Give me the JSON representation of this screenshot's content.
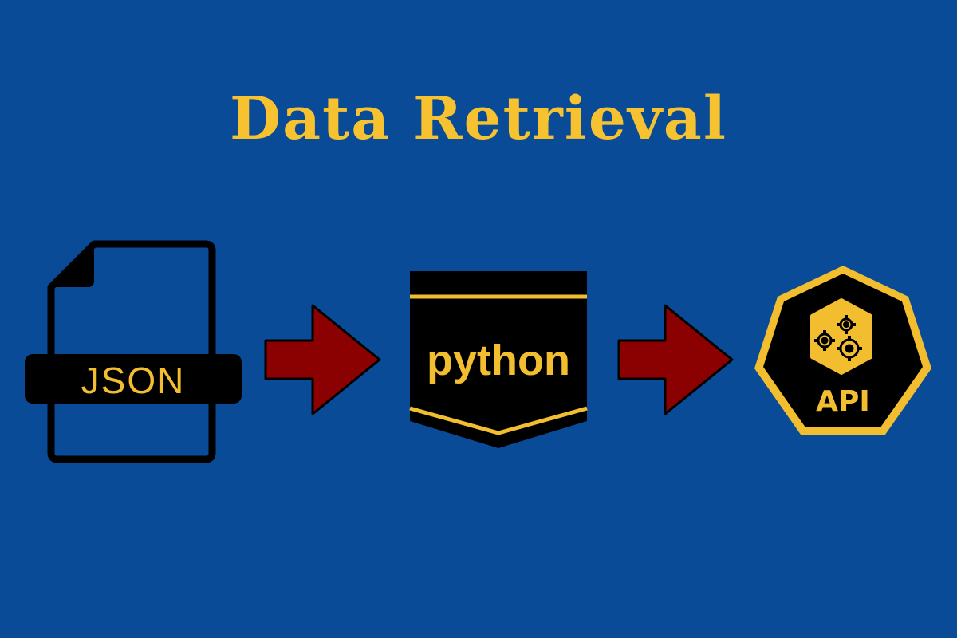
{
  "title": "Data Retrieval",
  "nodes": {
    "json": {
      "label": "JSON",
      "icon": "json-file-icon"
    },
    "python": {
      "label": "python",
      "icon": "python-badge-icon"
    },
    "api": {
      "label": "API",
      "icon": "api-gears-icon"
    }
  },
  "colors": {
    "background": "#0a4b97",
    "accent": "#f7c22f",
    "arrow": "#8b0000",
    "icon": "#000000"
  }
}
